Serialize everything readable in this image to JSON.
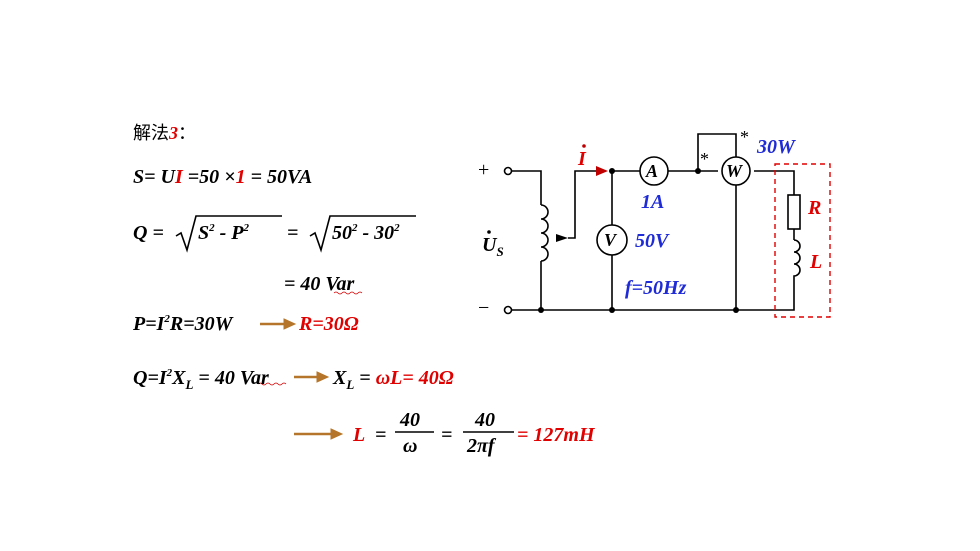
{
  "solution": {
    "title": "解法",
    "title_num": "3",
    "title_colon": "：",
    "s_line": {
      "lhs": "S= U",
      "i": "I",
      "mid": " =50 ×",
      "one": "1",
      "rhs": " = 50VA"
    },
    "q_formula": {
      "lhs": "Q =",
      "s": "S",
      "s_exp": "2",
      "minus": " - P",
      "p_exp": "2",
      "eq": "=",
      "a": "50",
      "a_exp": "2",
      "b": " - 30",
      "b_exp": "2"
    },
    "q_result": "= 40 Var",
    "p_line": {
      "lhs": "P=I",
      "exp": "2",
      "rhs": "R=30W",
      "result": "R=30Ω"
    },
    "ql_line": {
      "lhs": "Q=I",
      "exp": "2",
      "x": "X",
      "sub": "L",
      "rhs": " = 40 Var",
      "res_x": "X",
      "res_sub": "L",
      "res_eq": " = ",
      "res_val": "ωL= 40Ω"
    },
    "l_line": {
      "l": "L",
      "eq1": "=",
      "n1": "40",
      "d1": "ω",
      "eq2": "=",
      "n2": "40",
      "d2": "2πf",
      "result": "= 127mH"
    }
  },
  "circuit": {
    "plus": "+",
    "minus": "−",
    "source": "U",
    "source_sub": "S",
    "current": "I",
    "ammeter": "A",
    "ammeter_reading": "1A",
    "wattmeter": "W",
    "wattmeter_reading": "30W",
    "voltmeter": "V",
    "voltmeter_reading": "50V",
    "frequency": "f=50Hz",
    "star1": "*",
    "star2": "*",
    "resistor": "R",
    "inductor": "L"
  },
  "colors": {
    "red": "#e00000",
    "blue": "#1f2bd6",
    "arrow": "#b5762b"
  }
}
